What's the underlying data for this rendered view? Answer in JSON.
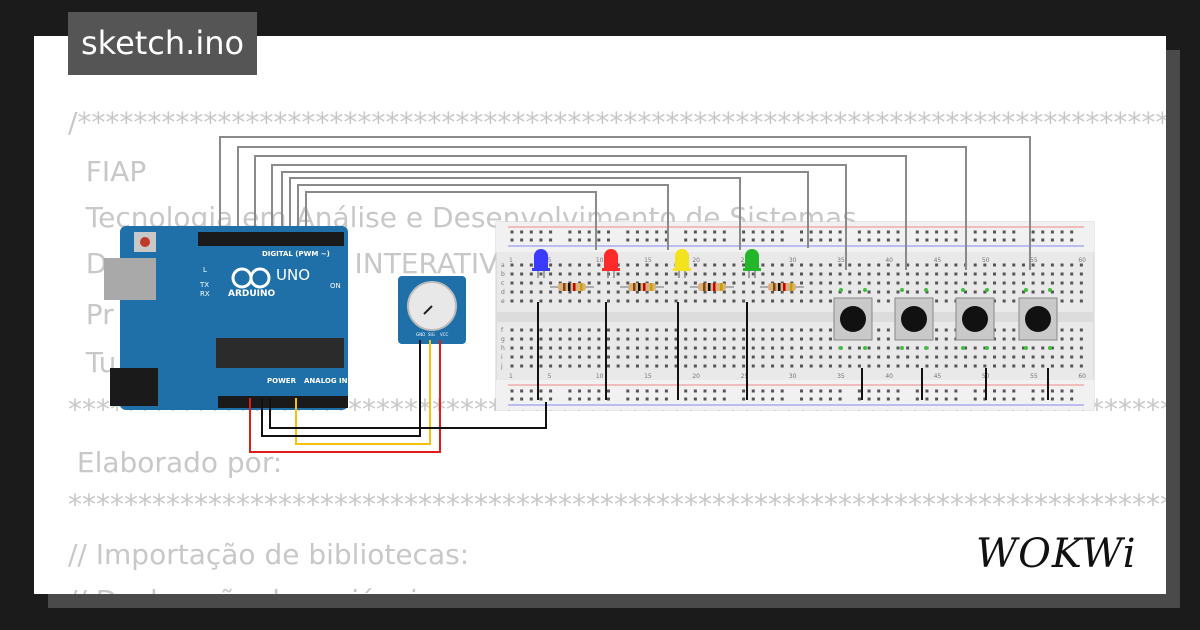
{
  "project": {
    "file_name": "sketch.ino"
  },
  "code_lines": [
    "/*********************************************************************************",
    "  FIAP",
    "  Tecnologia em Análise e Desenvolvimento de Sistemas",
    "  D          ATIVIDADE INTERATIVE ARCADE",
    "  Pr                  Tritel",
    "  Tu",
    "*******************************************************************************",
    " Elaborado por:",
    "*******************************************************************************",
    "// Importação de bibliotecas:",
    "// Declaração de variáveis:"
  ],
  "arduino": {
    "model": "UNO",
    "brand": "ARDUINO",
    "header_digital": "DIGITAL (PWM ~)",
    "header_power": "POWER",
    "header_analog": "ANALOG IN",
    "led_labels": [
      "L",
      "TX",
      "RX",
      "ON"
    ],
    "chip_color": "#2b2b2b",
    "board_color": "#1f6fa8"
  },
  "breadboard": {
    "column_labels": [
      "1",
      "5",
      "10",
      "15",
      "20",
      "25",
      "30",
      "35",
      "40",
      "45",
      "50",
      "55",
      "60"
    ],
    "row_labels_top": [
      "a",
      "b",
      "c",
      "d",
      "e"
    ],
    "row_labels_bottom": [
      "f",
      "g",
      "h",
      "i",
      "j"
    ]
  },
  "leds": [
    {
      "color_name": "blue",
      "color": "#3b3bff"
    },
    {
      "color_name": "red",
      "color": "#ff2a2a"
    },
    {
      "color_name": "yellow",
      "color": "#f4e21c"
    },
    {
      "color_name": "green",
      "color": "#25b52a"
    }
  ],
  "buttons_count": 4,
  "potentiometer": {
    "pin_labels": [
      "GND",
      "SIG",
      "VCC"
    ]
  },
  "wire_colors": {
    "signal": "#8a8a8a",
    "ground": "#111111",
    "vcc": "#e21b1b",
    "sig": "#f4c20d"
  },
  "brand": {
    "logo_text": "WOKWi"
  }
}
